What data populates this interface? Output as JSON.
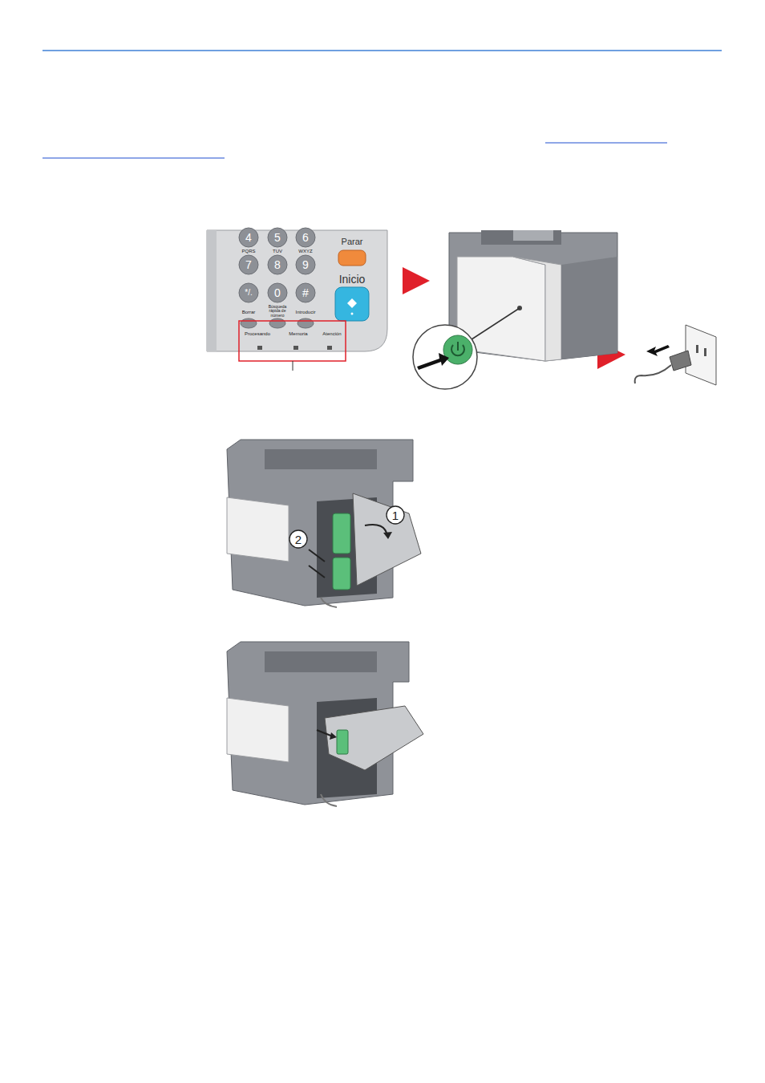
{
  "diagram": {
    "labels": [
      "4",
      "5",
      "6",
      "PQRS",
      "TUV",
      "WXYZ",
      "7",
      "8",
      "9",
      "Parar",
      "Inicio",
      "*/.",
      "0",
      "#",
      "Borrar",
      "Búsqueda rápida de número",
      "Introducir",
      "Procesando",
      "Memoria",
      "Atención",
      "1",
      "2"
    ]
  }
}
